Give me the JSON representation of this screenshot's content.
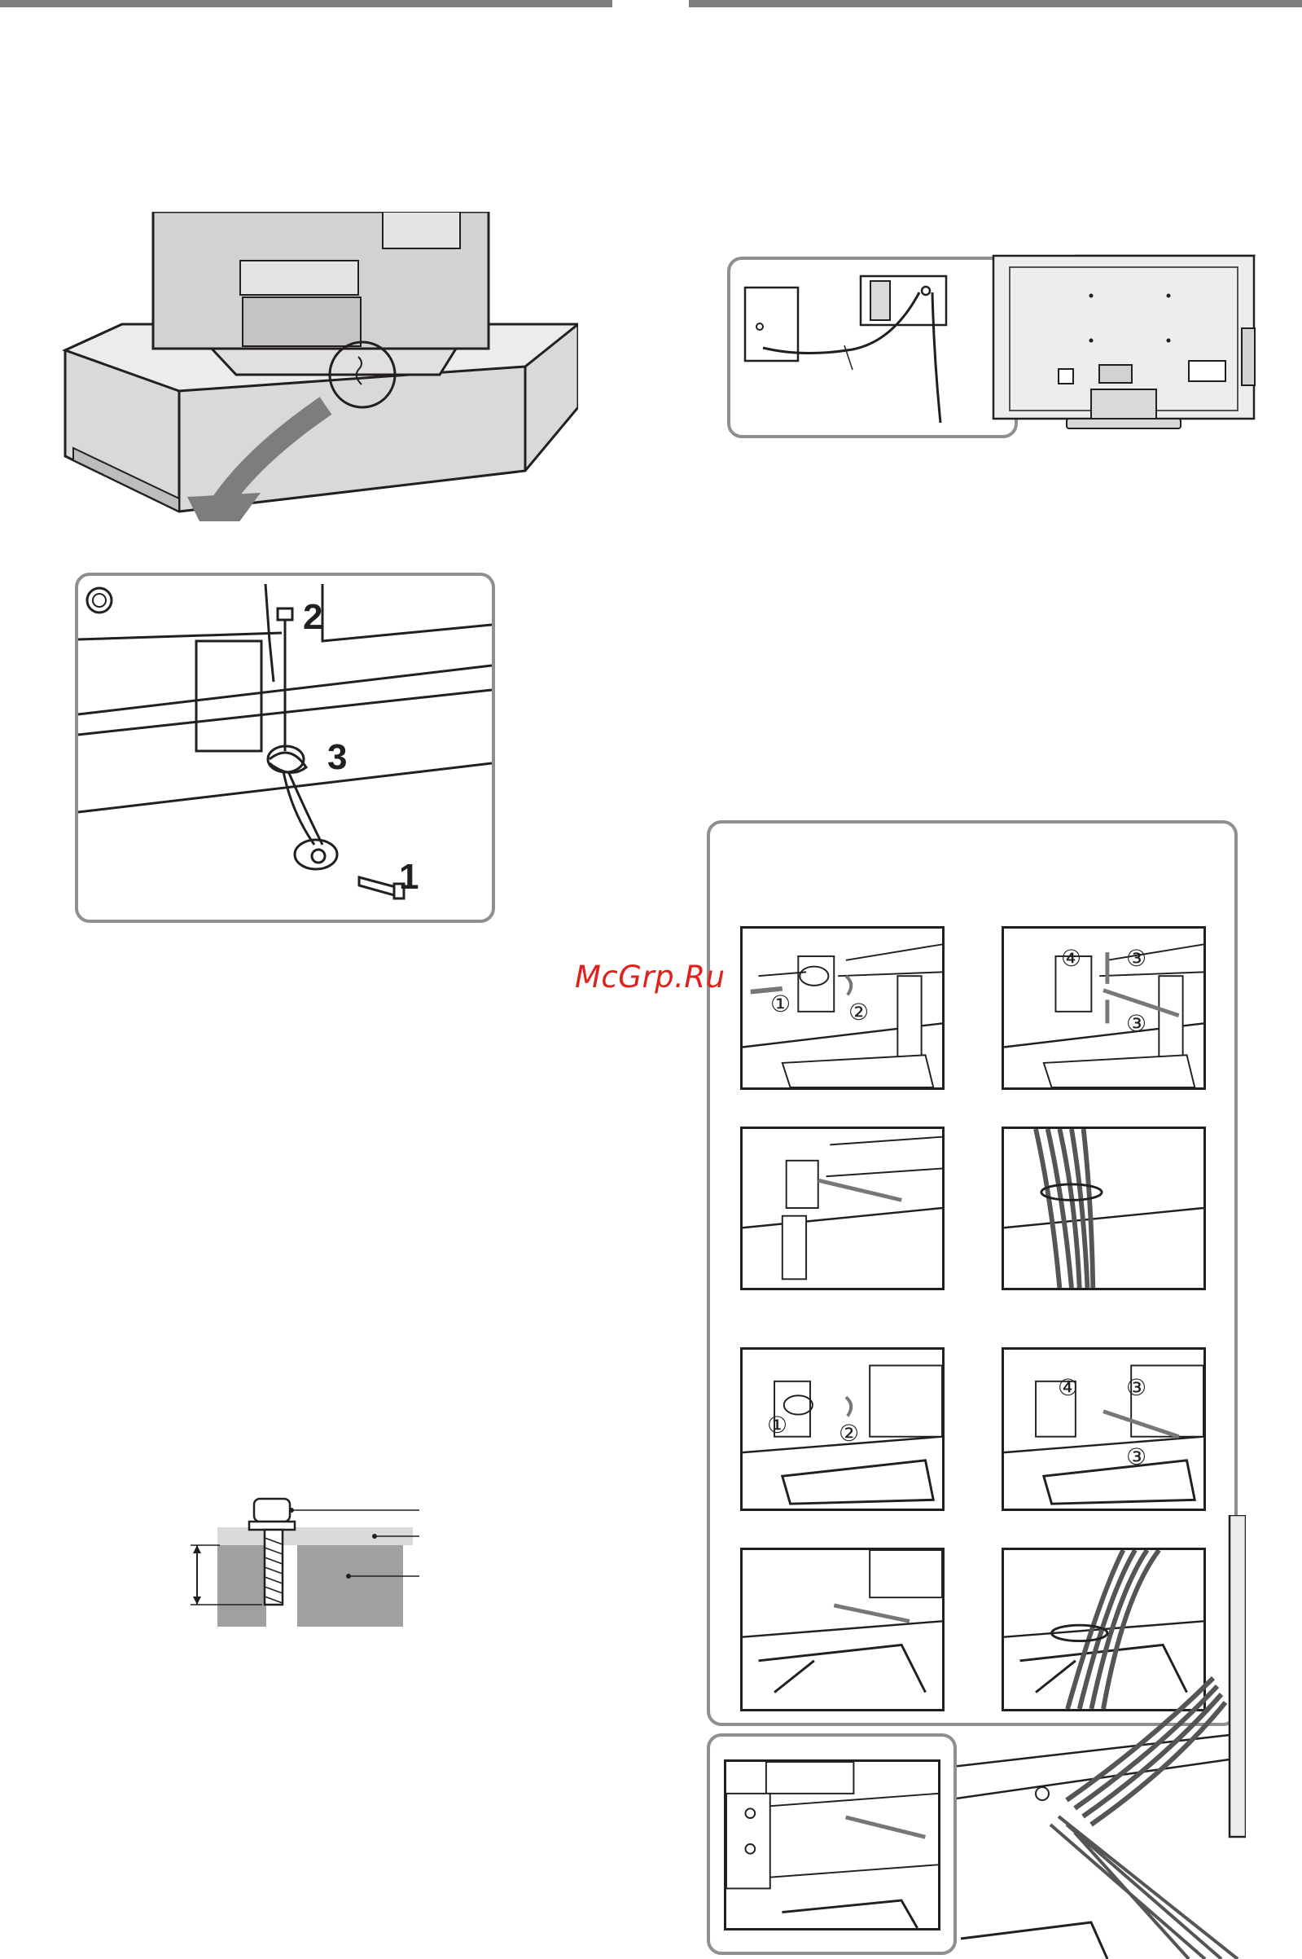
{
  "watermark": {
    "text": "McGrp.Ru"
  },
  "figure_tv_stand": {
    "step_labels": [
      "2",
      "3",
      "1"
    ]
  },
  "figure_cable_panels": {
    "thumb_a": {
      "circled": [
        "①",
        "②"
      ]
    },
    "thumb_b": {
      "circled": [
        "④",
        "③",
        "③"
      ]
    },
    "thumb_e": {
      "circled": [
        "①",
        "②"
      ]
    },
    "thumb_f": {
      "circled": [
        "④",
        "③",
        "③"
      ]
    }
  },
  "colors": {
    "watermark": "#e0211b",
    "rule": "#7d7d7d",
    "panel_border": "#8f8f8f"
  }
}
